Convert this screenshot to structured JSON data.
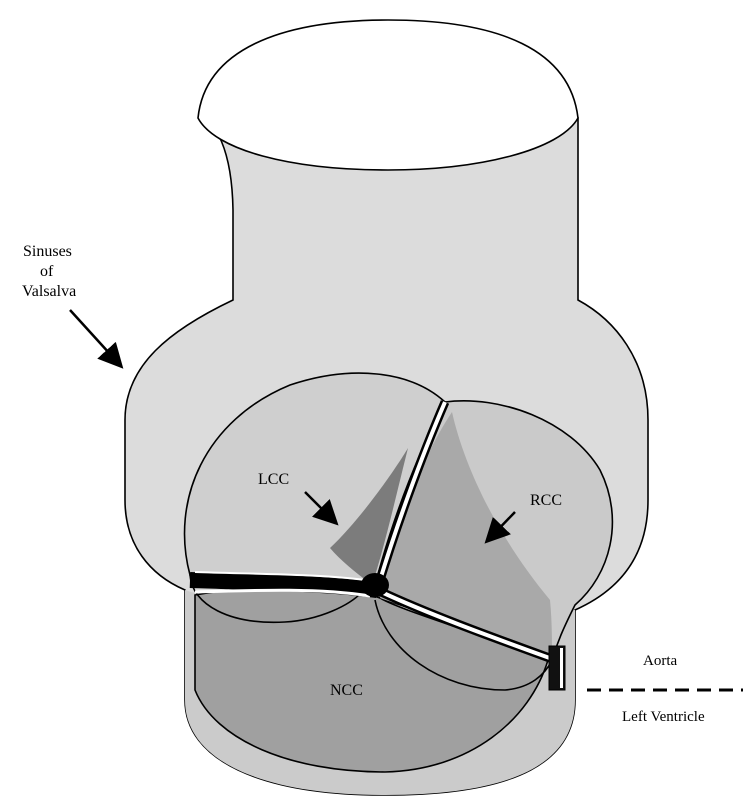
{
  "labels": {
    "sinuses": [
      "Sinuses",
      "of",
      "Valsalva"
    ],
    "lcc": "LCC",
    "rcc": "RCC",
    "ncc": "NCC",
    "aorta": "Aorta",
    "left_ventricle": "Left Ventricle"
  },
  "colors": {
    "body_fill": "#dcdcdc",
    "outline": "#000000",
    "leaflet_light": "#cecece",
    "leaflet_mid": "#b9b9b9",
    "leaflet_dark": "#8a8a8a",
    "ncc_fill": "#9e9e9e",
    "lower_body": "#c8c8c8",
    "top_ellipse": "#ffffff",
    "background": "#ffffff"
  }
}
